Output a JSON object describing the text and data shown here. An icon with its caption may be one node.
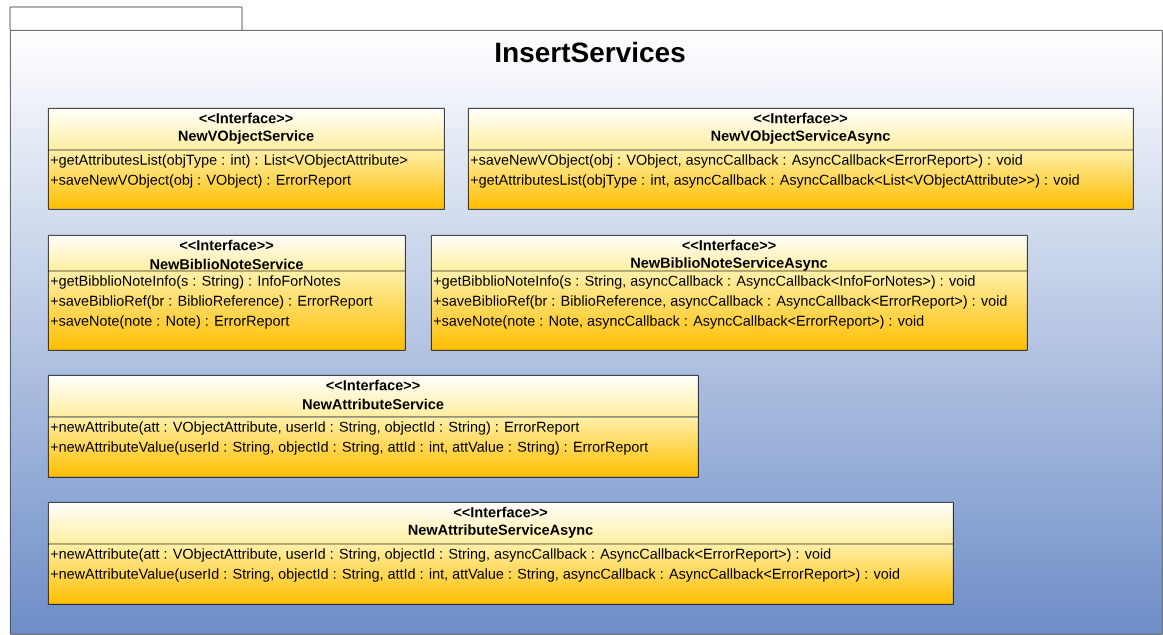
{
  "diagram": {
    "nodes": [
      {
        "text": [
          "InsertServices"
        ]
      },
      {
        "text": [
          "<<Interface>>",
          "NewVObjectService",
          "+getAttributesList(objType : int) : List<VObjectAttribute>",
          "+saveNewVObject(obj : VObject) : ErrorReport"
        ],
        "in": 0
      },
      {
        "text": [
          "<<Interface>>",
          "NewVObjectServiceAsync",
          "+saveNewVObject(obj : VObject, asyncCallback : AsyncCallback<ErrorReport>) : void",
          "+getAttributesList(objType : int, asyncCallback : AsyncCallback<List<VObjectAttribute>>) : void"
        ],
        "in": 0
      },
      {
        "text": [
          "<<Interface>>",
          "NewBiblioNoteService",
          "+getBibblioNoteInfo(s : String) : InfoForNotes",
          "+saveBiblioRef(br : BiblioReference) : ErrorReport",
          "+saveNote(note : Note) : ErrorReport"
        ],
        "in": 0
      },
      {
        "text": [
          "<<Interface>>",
          "NewBiblioNoteServiceAsync",
          "+getBibblioNoteInfo(s : String, asyncCallback : AsyncCallback<InfoForNotes>) : void",
          "+saveBiblioRef(br : BiblioReference, asyncCallback : AsyncCallback<ErrorReport>) : void",
          "+saveNote(note : Note, asyncCallback : AsyncCallback<ErrorReport>) : void"
        ],
        "in": 0
      },
      {
        "text": [
          "<<Interface>>",
          "NewAttributeService",
          "+newAttribute(att : VObjectAttribute, userId : String, objectId : String) : ErrorReport",
          "+newAttributeValue(userId : String, objectId : String, attId : int, attValue : String) : ErrorReport"
        ],
        "in": 0
      },
      {
        "text": [
          "<<Interface>>",
          "NewAttributeServiceAsync",
          "+newAttribute(att : VObjectAttribute, userId : String, objectId : String, asyncCallback : AsyncCallback<ErrorReport>) : void",
          "+newAttributeValue(userId : String, objectId : String, attId : int, attValue : String, asyncCallback : AsyncCallback<ErrorReport>) : void"
        ],
        "in": 0
      }
    ]
  }
}
